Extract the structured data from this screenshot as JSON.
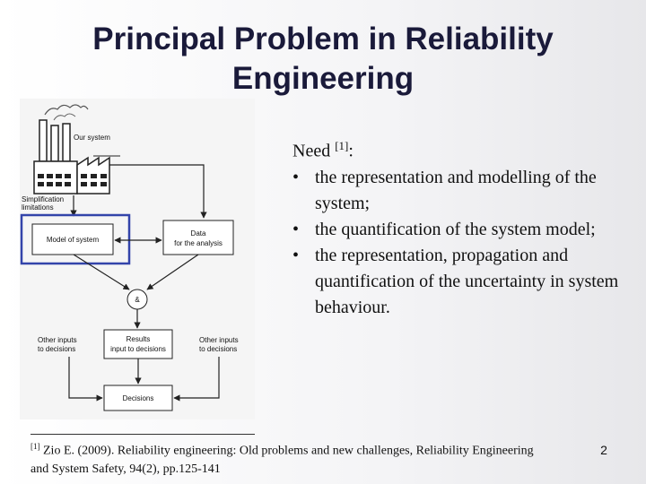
{
  "title": {
    "line1": "Principal Problem in Reliability",
    "line2": "Engineering"
  },
  "diagram": {
    "our_system": "Our system",
    "simplification_1": "Simplification",
    "simplification_2": "limitations",
    "model_of_system": "Model of system",
    "data_1": "Data",
    "data_2": "for the analysis",
    "ampersand": "&",
    "other_inputs_left_1": "Other inputs",
    "other_inputs_left_2": "to decisions",
    "results_1": "Results",
    "results_2": "input to decisions",
    "other_inputs_right_1": "Other inputs",
    "other_inputs_right_2": "to decisions",
    "decisions": "Decisions",
    "highlight_color": "#3344aa"
  },
  "needs": {
    "heading": "Need",
    "heading_ref": "[1]",
    "heading_colon": ":",
    "bullet_glyph": "•",
    "items": [
      "the representation and modelling of the system;",
      "the quantification of the system model;",
      "the representation, propagation and quantification of the uncertainty in system behaviour."
    ]
  },
  "footnote": {
    "ref": "[1]",
    "text": " Zio E. (2009). Reliability engineering: Old problems and new challenges, Reliability Engineering and System Safety, 94(2), pp.125-141"
  },
  "page_number": "2"
}
